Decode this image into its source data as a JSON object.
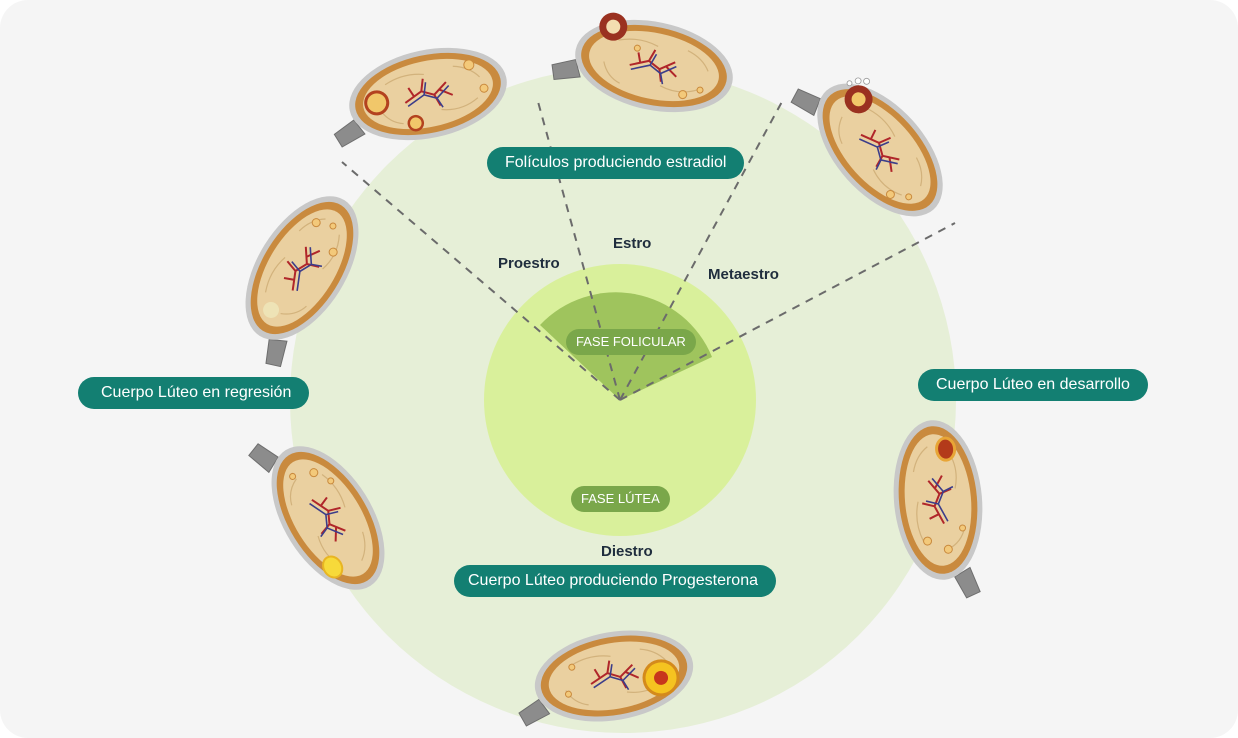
{
  "phases": {
    "proestro": "Proestro",
    "estro": "Estro",
    "metaestro": "Metaestro",
    "diestro": "Diestro"
  },
  "inner": {
    "follicular": "FASE FOLICULAR",
    "luteal": "FASE LÚTEA"
  },
  "callouts": {
    "follicles_estradiol": "Folículos produciendo estradiol",
    "cl_developing": "Cuerpo Lúteo en desarrollo",
    "cl_regression": "Cuerpo Lúteo en regresión",
    "cl_progesterone": "Cuerpo Lúteo produciendo Progesterona"
  },
  "colors": {
    "background": "#f5f5f5",
    "outer_circle": "#e6efd7",
    "inner_circle": "#d9f09b",
    "follicular_sector": "#9fc45d",
    "pill": "#137f72",
    "inner_pill": "#7aa74a",
    "phase_text": "#1f2d3d"
  },
  "ovaries": [
    {
      "name": "ovary-proestro-early",
      "structure": "follicles"
    },
    {
      "name": "ovary-proestro",
      "structure": "growing-follicles"
    },
    {
      "name": "ovary-estro",
      "structure": "dominant-follicle"
    },
    {
      "name": "ovary-ovulation",
      "structure": "ovulating-follicle"
    },
    {
      "name": "ovary-metaestro",
      "structure": "developing-corpus-luteum"
    },
    {
      "name": "ovary-diestro",
      "structure": "mature-corpus-luteum"
    },
    {
      "name": "ovary-regression",
      "structure": "regressing-corpus-luteum"
    }
  ]
}
